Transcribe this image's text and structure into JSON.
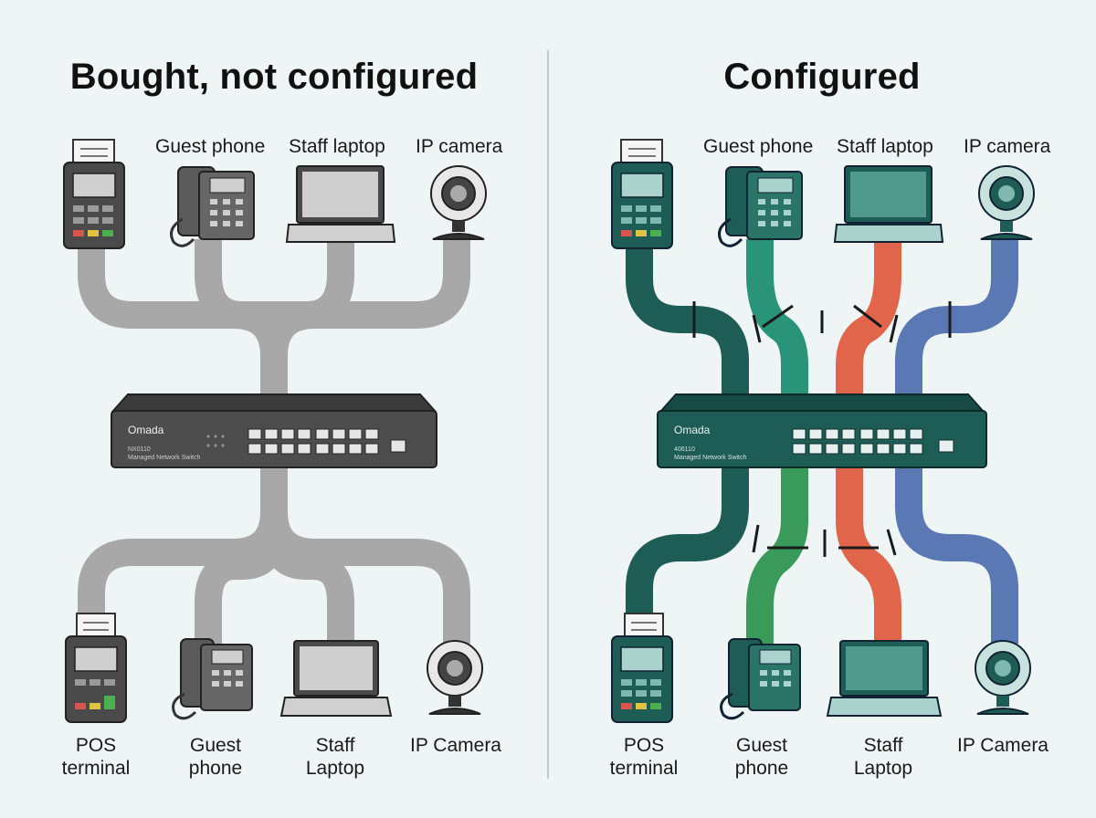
{
  "left": {
    "title": "Bought, not configured",
    "top_labels": [
      "Guest phone",
      "Staff laptop",
      "IP camera"
    ],
    "bottom_labels": [
      {
        "line1": "POS",
        "line2": "terminal"
      },
      {
        "line1": "Guest",
        "line2": "phone"
      },
      {
        "line1": "Staff",
        "line2": "Laptop"
      },
      {
        "line1": "IP Camera",
        "line2": ""
      }
    ],
    "switch": {
      "brand": "Omada",
      "model": "NX0110",
      "subtitle": "Managed Network Switch"
    }
  },
  "right": {
    "title": "Configured",
    "top_labels": [
      "Guest phone",
      "Staff laptop",
      "IP camera"
    ],
    "bottom_labels": [
      {
        "line1": "POS",
        "line2": "terminal"
      },
      {
        "line1": "Guest",
        "line2": "phone"
      },
      {
        "line1": "Staff",
        "line2": "Laptop"
      },
      {
        "line1": "IP Camera",
        "line2": ""
      }
    ],
    "switch": {
      "brand": "Omada",
      "model": "406110",
      "subtitle": "Managed Network Switch"
    }
  },
  "colors": {
    "grey_cable": "#a8a8a8",
    "pos_vlan": "#1e5d55",
    "guest_vlan": "#2a9478",
    "guest_vlan_bottom": "#3a9a5a",
    "staff_vlan": "#e0654a",
    "camera_vlan": "#5a78b4"
  }
}
